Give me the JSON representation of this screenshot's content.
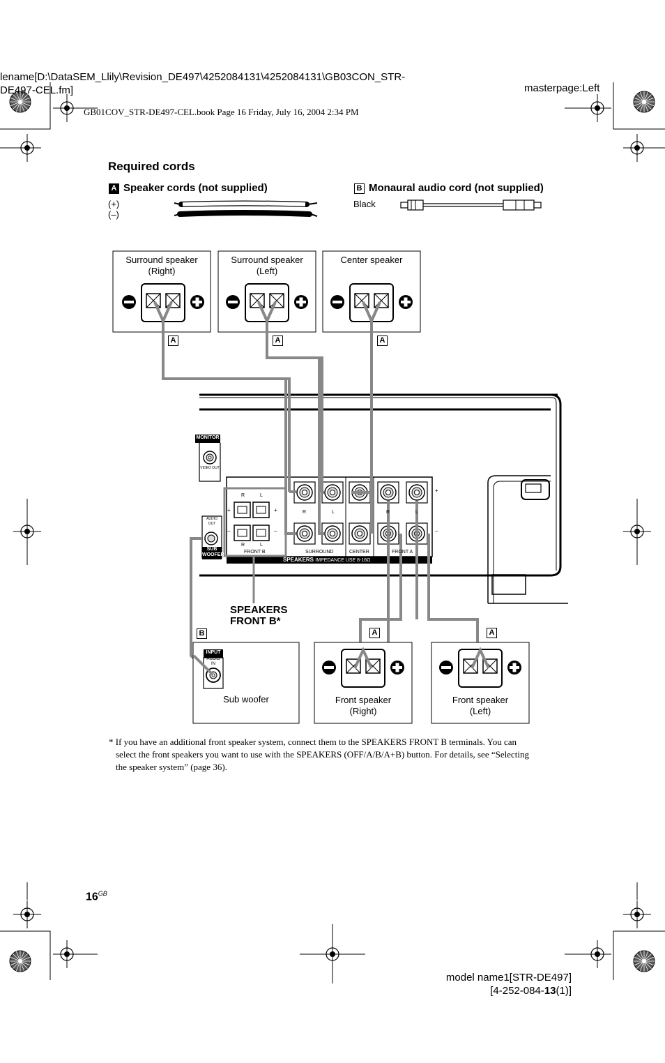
{
  "header": {
    "filename_line1": "lename[D:\\DataSEM_Llily\\Revision_DE497\\4252084131\\4252084131\\GB03CON_STR-",
    "filename_line2": "DE497-CEL.fm]",
    "masterpage": "masterpage:Left",
    "book_info": "GB01COV_STR-DE497-CEL.book  Page 16  Friday, July 16, 2004  2:34 PM"
  },
  "section_title": "Required cords",
  "cords": {
    "a_letter": "A",
    "a_label": "Speaker cords (not supplied)",
    "a_plus": "(+)",
    "a_minus": "(–)",
    "b_letter": "B",
    "b_label": "Monaural audio cord (not supplied)",
    "b_color": "Black"
  },
  "speakers": {
    "surround_right": [
      "Surround speaker",
      "(Right)"
    ],
    "surround_left": [
      "Surround speaker",
      "(Left)"
    ],
    "center": "Center speaker",
    "sub_woofer": "Sub woofer",
    "front_right": [
      "Front speaker",
      "(Right)"
    ],
    "front_left": [
      "Front speaker",
      "(Left)"
    ]
  },
  "panel": {
    "monitor": "MONITOR",
    "video_out": "VIDEO OUT",
    "audio_out": [
      "AUDIO",
      "OUT"
    ],
    "sub_woofer": [
      "SUB",
      "WOOFER"
    ],
    "front_b": "FRONT B",
    "surround": "SURROUND",
    "center": "CENTER",
    "front_a": "FRONT A",
    "speakers_bar": "SPEAKERS",
    "impedance": "IMPEDANCE USE 8-16Ω",
    "r": "R",
    "l": "L",
    "plus": "+",
    "minus": "–",
    "input": "INPUT",
    "audio_in": [
      "AUDIO",
      "IN"
    ]
  },
  "callout": [
    "SPEAKERS",
    "FRONT B*"
  ],
  "tags": {
    "a": "A",
    "b": "B"
  },
  "footnote": {
    "line1": "* If you have an additional front speaker system, connect them to the SPEAKERS FRONT B terminals. You can",
    "line2": "select the front speakers you want to use with the SPEAKERS (OFF/A/B/A+B) button. For details, see “Selecting",
    "line3": "the speaker system” (page 36)."
  },
  "page_number": {
    "num": "16",
    "sup": "GB"
  },
  "footer": {
    "model_line1": "model name1[STR-DE497]",
    "model_prefix": "[4-252-084-",
    "model_bold": "13",
    "model_suffix": "(1)]"
  }
}
